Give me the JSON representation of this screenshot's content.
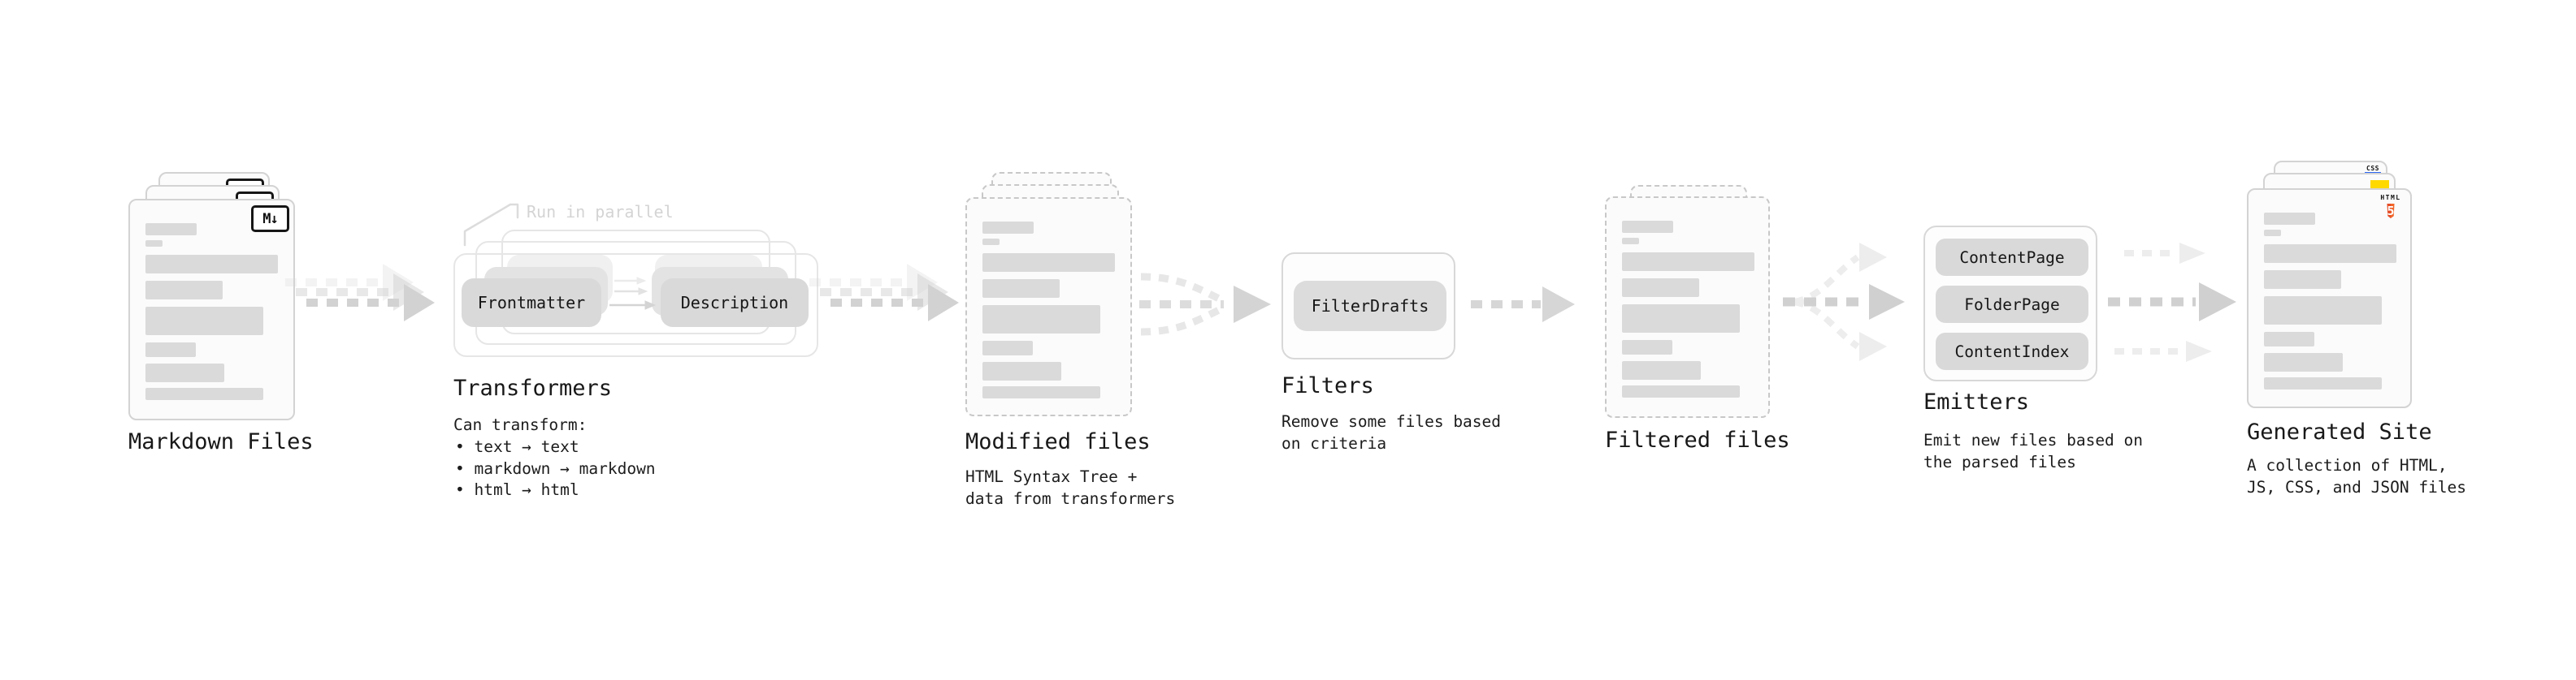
{
  "nodes": {
    "markdown_files": {
      "title": "Markdown Files"
    },
    "transformers": {
      "title": "Transformers",
      "annotation": "Run in parallel",
      "pill_left": "Frontmatter",
      "pill_right": "Description",
      "caption_heading": "Can transform:",
      "bullets": [
        "text → text",
        "markdown → markdown",
        "html → html"
      ]
    },
    "modified_files": {
      "title": "Modified files",
      "caption": "HTML Syntax Tree +\ndata from transformers"
    },
    "filters": {
      "title": "Filters",
      "pill": "FilterDrafts",
      "caption": "Remove some files based\non criteria"
    },
    "filtered_files": {
      "title": "Filtered files"
    },
    "emitters": {
      "title": "Emitters",
      "pills": [
        "ContentPage",
        "FolderPage",
        "ContentIndex"
      ],
      "caption": "Emit new files based on\nthe parsed files"
    },
    "generated_site": {
      "title": "Generated Site",
      "caption": "A collection of HTML,\nJS, CSS, and JSON files"
    }
  },
  "icons": {
    "markdown_badge": "M↓",
    "html5_label": "HTML",
    "html5_numeral": "5",
    "css_label": "CSS"
  },
  "colors": {
    "html5_orange": "#e44d26",
    "html5_orange_light": "#f16529",
    "js_yellow": "#ffd900",
    "css_blue": "#2b66f3"
  }
}
